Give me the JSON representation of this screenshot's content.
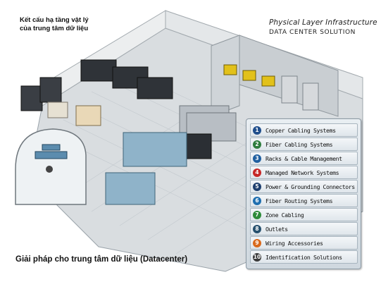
{
  "header": {
    "vn_title_line1": "Kết cấu hạ tầng vật lý",
    "vn_title_line2": "của trung tâm dữ liệu",
    "en_title": "Physical Layer Infrastructure",
    "en_subtitle": "DATA CENTER SOLUTION"
  },
  "caption": "Giải pháp cho trung tâm dữ liệu (Datacenter)",
  "legend": {
    "items": [
      {
        "num": "1",
        "label": "Copper Cabling Systems",
        "color": "#1f4e8c"
      },
      {
        "num": "2",
        "label": "Fiber Cabling Systems",
        "color": "#2e7d3e"
      },
      {
        "num": "3",
        "label": "Racks & Cable Management",
        "color": "#1f5fa0"
      },
      {
        "num": "4",
        "label": "Managed Network Systems",
        "color": "#c62828"
      },
      {
        "num": "5",
        "label": "Power & Grounding Connectors",
        "color": "#1e3f6e"
      },
      {
        "num": "6",
        "label": "Fiber Routing Systems",
        "color": "#1f6fb0"
      },
      {
        "num": "7",
        "label": "Zone Cabling",
        "color": "#2e8b3a"
      },
      {
        "num": "8",
        "label": "Outlets",
        "color": "#27506e"
      },
      {
        "num": "9",
        "label": "Wiring Accessories",
        "color": "#d9691c"
      },
      {
        "num": "10",
        "label": "Identification Solutions",
        "color": "#3a3a3a"
      }
    ]
  }
}
